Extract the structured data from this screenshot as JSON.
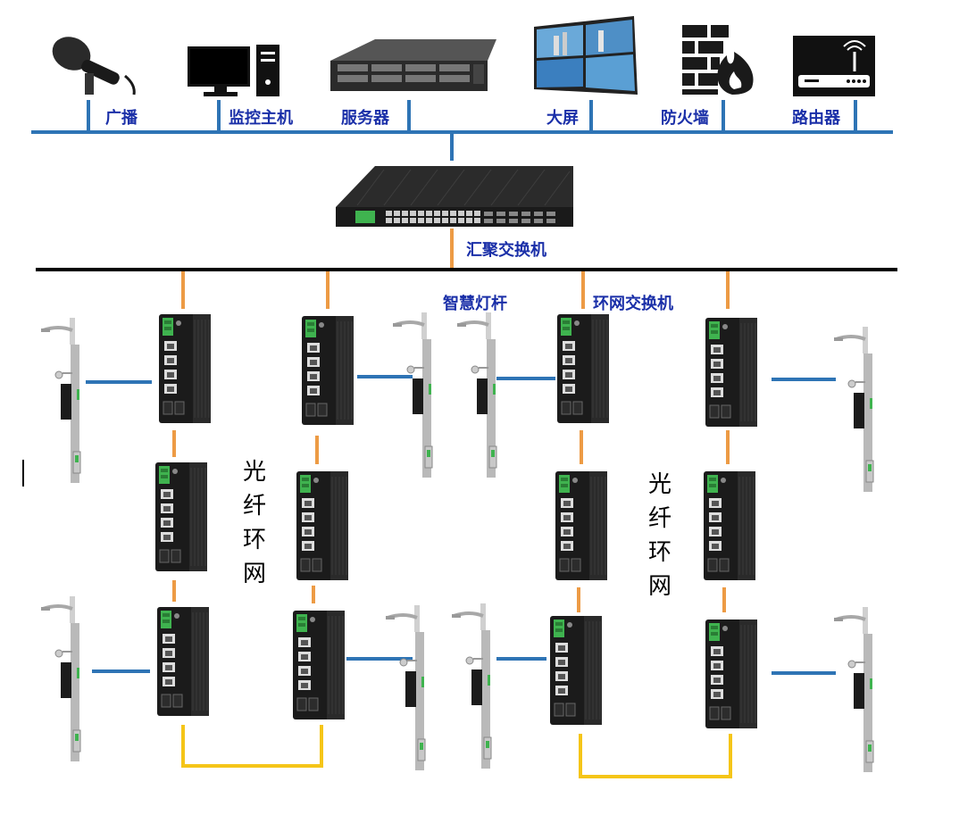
{
  "devices": {
    "broadcast": "广播",
    "monitor_host": "监控主机",
    "server": "服务器",
    "big_screen": "大屏",
    "firewall": "防火墙",
    "router": "路由器"
  },
  "core_switch_label": "汇聚交换机",
  "smart_pole_label": "智慧灯杆",
  "ring_switch_label": "环网交换机",
  "fiber_ring_left": [
    "光",
    "纤",
    "环",
    "网"
  ],
  "fiber_ring_right": [
    "光",
    "纤",
    "环",
    "网"
  ],
  "colors": {
    "blue_line": "#2e74b5",
    "black_line": "#000000",
    "orange_link": "#ed9b45",
    "yellow_link": "#f5c518",
    "label_blue": "#1a2fa8"
  }
}
